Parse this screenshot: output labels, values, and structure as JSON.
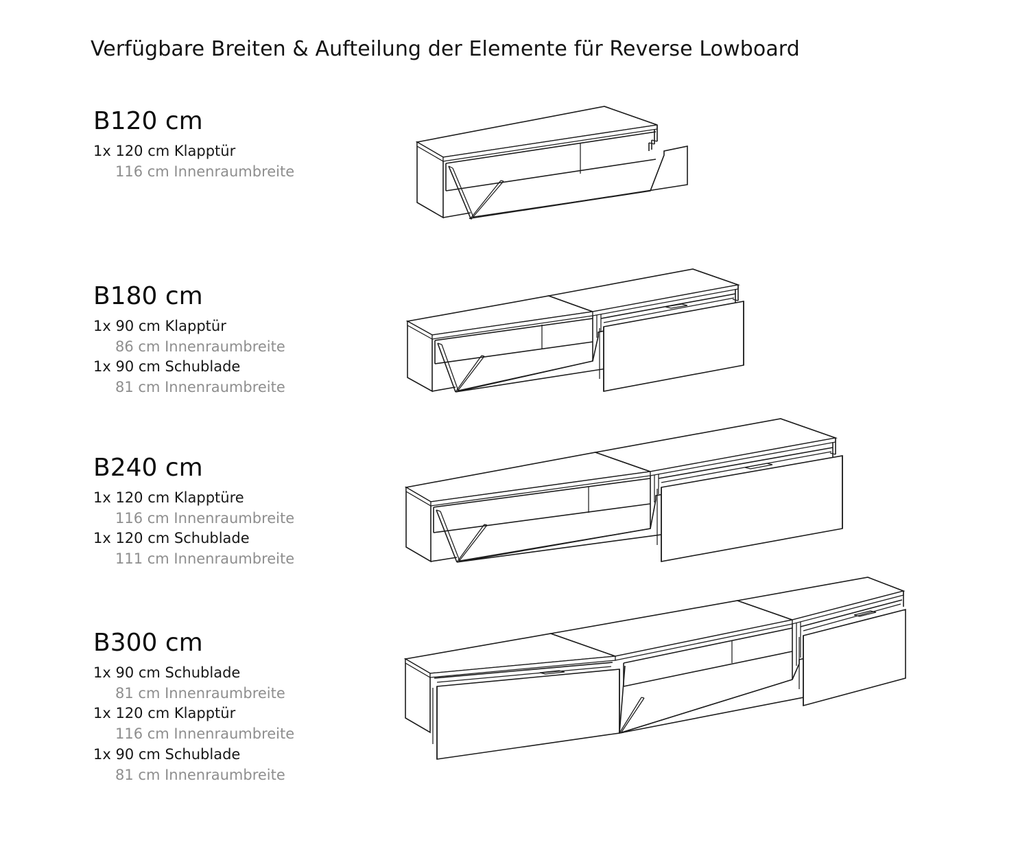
{
  "page": {
    "title": "Verfügbare Breiten & Aufteilung der Elemente für Reverse Lowboard",
    "background_color": "#ffffff",
    "line_color": "#1c1c1c",
    "heading_color": "#0d0d0d",
    "main_text_color": "#171717",
    "sub_text_color": "#8e8e8e"
  },
  "variants": [
    {
      "heading": "B120 cm",
      "elements": [
        {
          "main": "1x 120 cm Klapptür",
          "sub": "116 cm Innenraumbreite"
        }
      ],
      "drawing": {
        "name": "lowboard-b120",
        "modules": [
          {
            "type": "flap-door",
            "width_cm": 120
          }
        ]
      }
    },
    {
      "heading": "B180 cm",
      "elements": [
        {
          "main": "1x 90 cm Klapptür",
          "sub": "86 cm Innenraumbreite"
        },
        {
          "main": "1x 90 cm Schublade",
          "sub": "81 cm Innenraumbreite"
        }
      ],
      "drawing": {
        "name": "lowboard-b180",
        "modules": [
          {
            "type": "flap-door",
            "width_cm": 90
          },
          {
            "type": "drawer",
            "width_cm": 90
          }
        ]
      }
    },
    {
      "heading": "B240 cm",
      "elements": [
        {
          "main": "1x 120 cm Klapptüre",
          "sub": "116 cm Innenraumbreite"
        },
        {
          "main": "1x 120 cm Schublade",
          "sub": "111 cm Innenraumbreite"
        }
      ],
      "drawing": {
        "name": "lowboard-b240",
        "modules": [
          {
            "type": "flap-door",
            "width_cm": 120
          },
          {
            "type": "drawer",
            "width_cm": 120
          }
        ]
      }
    },
    {
      "heading": "B300 cm",
      "elements": [
        {
          "main": "1x 90 cm Schublade",
          "sub": "81 cm Innenraumbreite"
        },
        {
          "main": "1x 120 cm Klapptür",
          "sub": "116 cm Innenraumbreite"
        },
        {
          "main": "1x 90 cm Schublade",
          "sub": "81 cm Innenraumbreite"
        }
      ],
      "drawing": {
        "name": "lowboard-b300",
        "modules": [
          {
            "type": "drawer",
            "width_cm": 90
          },
          {
            "type": "flap-door",
            "width_cm": 120
          },
          {
            "type": "drawer",
            "width_cm": 90
          }
        ]
      }
    }
  ]
}
